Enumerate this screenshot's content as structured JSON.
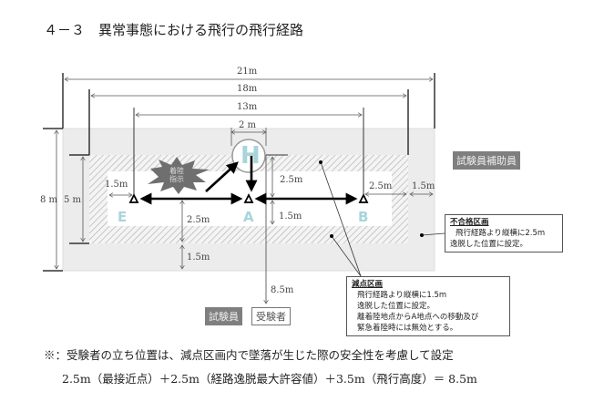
{
  "title": "４－３　異常事態における飛行の飛行経路",
  "dimensions": {
    "d21": "21m",
    "d18": "18m",
    "d13": "13m",
    "d2": "2 m",
    "d8": "8 m",
    "d5": "5 m",
    "left_15": "1.5m",
    "ea_25": "2.5m",
    "bottom_15": "1.5m",
    "h_25": "2.5m",
    "a_15": "1.5m",
    "right_25": "2.5m",
    "right_15": "1.5m",
    "d85": "8.5m"
  },
  "points": {
    "e": "E",
    "a": "A",
    "b": "B",
    "h": "H"
  },
  "landing_signal": {
    "line1": "着陸",
    "line2": "指示"
  },
  "labels": {
    "assistant": "試験員補助員",
    "examiner": "試験員",
    "examinee": "受験者"
  },
  "fail_zone": {
    "title": "不合格区画",
    "line1": "飛行経路より縦横に2.5m",
    "line2": "逸脱した位置に設定。"
  },
  "penalty_zone": {
    "title": "減点区画",
    "line1": "飛行経路より縦横に1.5m",
    "line2": "逸脱した位置に設定。",
    "line3": "離着陸地点からA地点への移動及び",
    "line4": "緊急着陸時には無効とする。"
  },
  "footnote": {
    "line1": "※：受験者の立ち位置は、減点区画内で墜落が生じた際の安全性を考慮して設定",
    "line2": "2.5m（最接近点）＋2.5m（経路逸脱最大許容値）＋3.5m（飛行高度）＝ 8.5m"
  },
  "colors": {
    "outer": "#ececec",
    "hatch": "#bdbdbd",
    "point_letter": "#a8d4dc",
    "tag_bg": "#7f7f7f"
  }
}
